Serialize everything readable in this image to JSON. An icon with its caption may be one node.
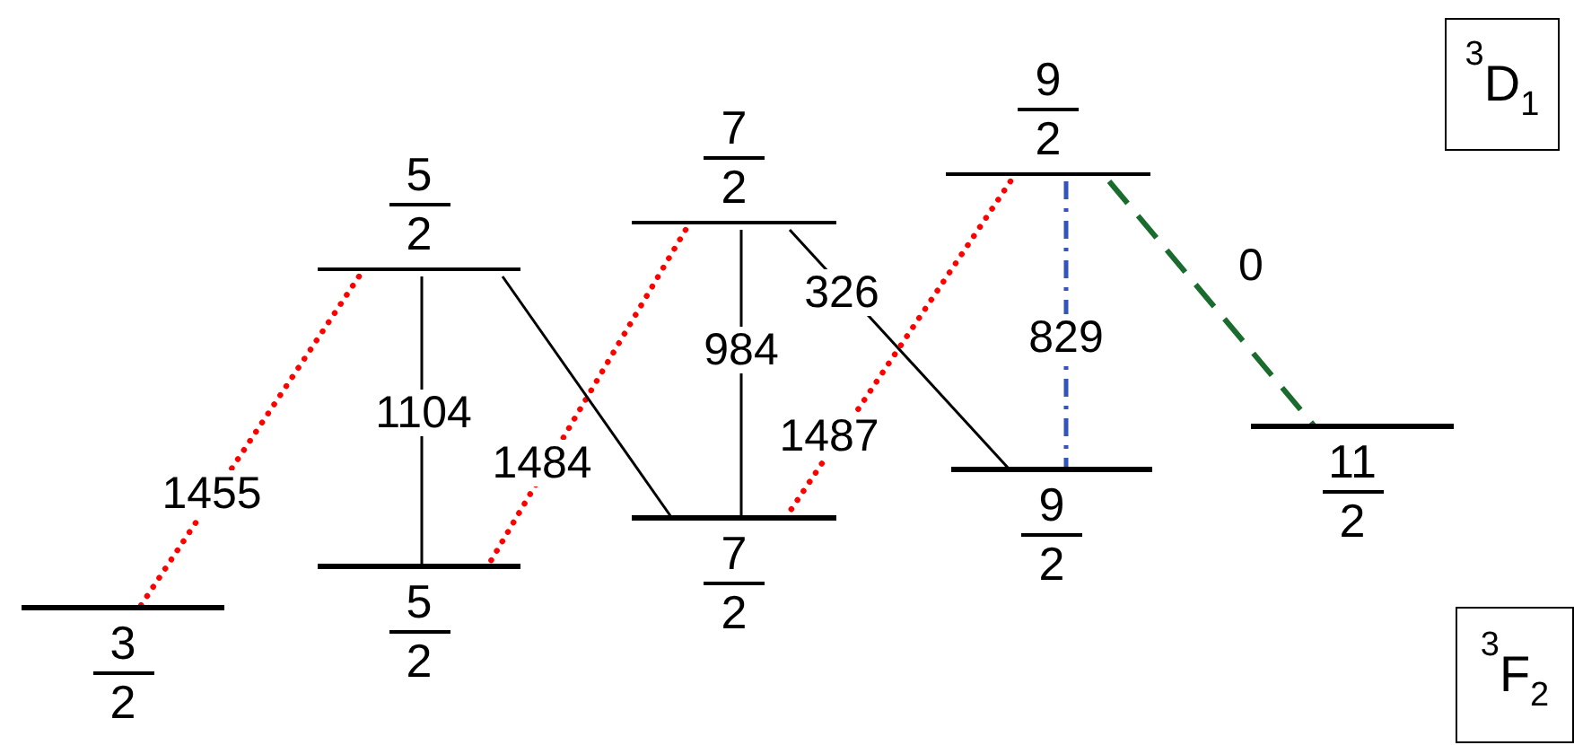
{
  "diagram": {
    "nodes": [
      {
        "text": [
          "$^{3}$D$_{1}$"
        ]
      },
      {
        "text": [
          "5",
          "2"
        ]
      },
      {
        "text": [
          "7",
          "2"
        ]
      },
      {
        "text": [
          "9",
          "2"
        ]
      },
      {
        "text": [
          "3",
          "2"
        ]
      },
      {
        "text": [
          "5",
          "2"
        ]
      },
      {
        "text": [
          "7",
          "2"
        ]
      },
      {
        "text": [
          "9",
          "2"
        ]
      },
      {
        "text": [
          "11",
          "2"
        ]
      },
      {
        "text": [
          "$^{3}$F$_{2}$"
        ]
      }
    ],
    "edges": [
      {
        "from": 1,
        "to": 4,
        "arrow": "none",
        "label": "1455",
        "style": "dashed",
        "color": "#ff0000"
      },
      {
        "from": 1,
        "to": 5,
        "arrow": "none",
        "label": "1104"
      },
      {
        "from": 2,
        "to": 5,
        "arrow": "none",
        "label": "1484",
        "style": "dashed",
        "color": "#ff0000"
      },
      {
        "from": 1,
        "to": 6,
        "arrow": "none"
      },
      {
        "from": 2,
        "to": 6,
        "arrow": "none",
        "label": "984"
      },
      {
        "from": 2,
        "to": 7,
        "arrow": "none",
        "label": "326"
      },
      {
        "from": 3,
        "to": 6,
        "arrow": "none",
        "label": "1487",
        "style": "dashed",
        "color": "#ff0000"
      },
      {
        "from": 3,
        "to": 7,
        "arrow": "none",
        "label": "829",
        "style": "dashed",
        "color": "#3355bb"
      },
      {
        "from": 3,
        "to": 8,
        "arrow": "none",
        "label": "0",
        "style": "dashed",
        "color": "#1a6b2e"
      }
    ]
  }
}
